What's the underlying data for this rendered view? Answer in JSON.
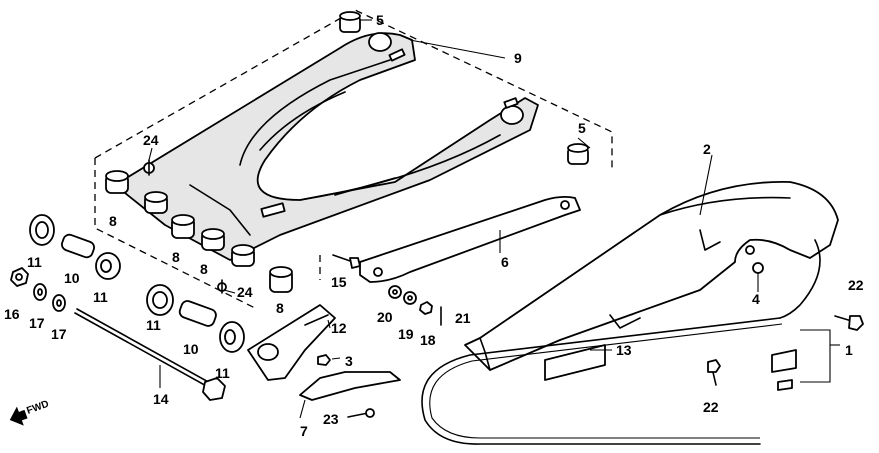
{
  "labels": {
    "l1": "1",
    "l2": "2",
    "l3": "3",
    "l4": "4",
    "l5a": "5",
    "l5b": "5",
    "l6": "6",
    "l7": "7",
    "l8a": "8",
    "l8b": "8",
    "l8c": "8",
    "l8d": "8",
    "l9": "9",
    "l10a": "10",
    "l10b": "10",
    "l11a": "11",
    "l11b": "11",
    "l11c": "11",
    "l11d": "11",
    "l12": "12",
    "l13": "13",
    "l14": "14",
    "l15": "15",
    "l16": "16",
    "l17a": "17",
    "l17b": "17",
    "l18": "18",
    "l19": "19",
    "l20": "20",
    "l21": "21",
    "l22a": "22",
    "l22b": "22",
    "l23": "23",
    "l24a": "24",
    "l24b": "24"
  },
  "direction": {
    "fwd": "FWD"
  }
}
